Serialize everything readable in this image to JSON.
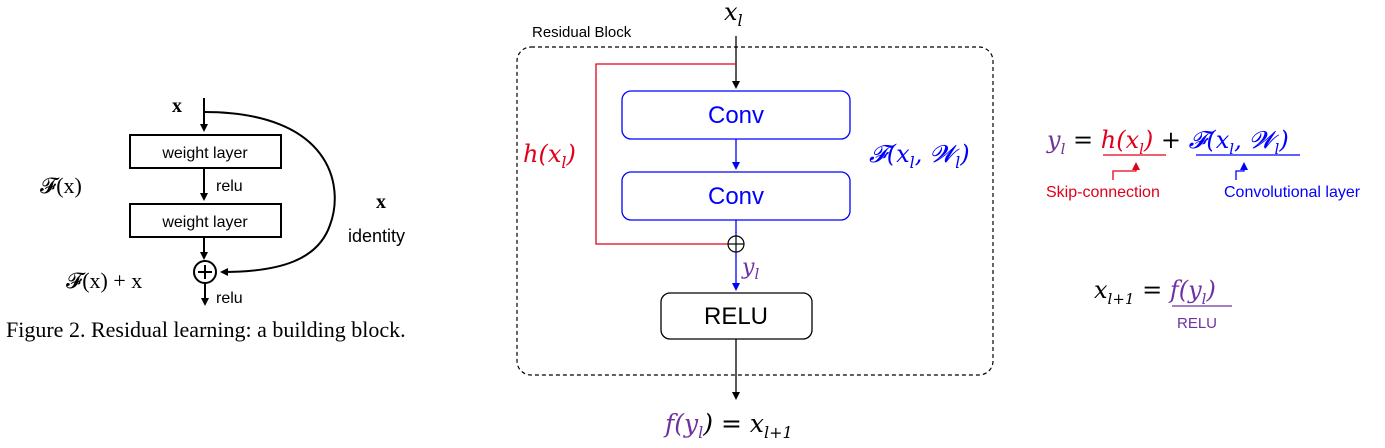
{
  "colors": {
    "black": "#000000",
    "red": "#e0001b",
    "blue": "#0000ff",
    "purple": "#7030a0"
  },
  "left_figure": {
    "input_label": "x",
    "weight_layer_1": "weight layer",
    "relu_middle": "relu",
    "weight_layer_2": "weight layer",
    "fx_label": "𝓕(x)",
    "identity_x": "x",
    "identity_label": "identity",
    "sum_label": "𝓕(x) + x",
    "relu_bottom": "relu",
    "caption": "Figure 2. Residual learning: a building block."
  },
  "middle_figure": {
    "input_label": "x",
    "input_sub": "l",
    "block_title": "Residual Block",
    "conv1": "Conv",
    "conv2": "Conv",
    "relu_box": "RELU",
    "skip_h": "h(x",
    "skip_sub": "l",
    "skip_close": ")",
    "residual_f": "𝓕(x",
    "residual_sub1": "l",
    "residual_w": ", 𝓦",
    "residual_sub2": "l",
    "residual_close": ")",
    "y_label": "y",
    "y_sub": "l",
    "output_f": "f(y",
    "output_sub1": "l",
    "output_eq": ") = x",
    "output_sub2": "l+1"
  },
  "right_panel": {
    "eq1": {
      "y": "y",
      "y_sub": "l",
      "equals": " = ",
      "h": "h(x",
      "h_sub": "l",
      "h_close": ")",
      "plus": " + ",
      "f": "𝓕(x",
      "f_sub1": "l",
      "f_w": ", 𝓦",
      "f_sub2": "l",
      "f_close": ")"
    },
    "skip_connection_label": "Skip-connection",
    "conv_layer_label": "Convolutional layer",
    "eq2": {
      "x": "x",
      "x_sub": "l+1",
      "equals": " = ",
      "f": "f(y",
      "f_sub": "l",
      "f_close": ")"
    },
    "relu_label": "RELU"
  }
}
